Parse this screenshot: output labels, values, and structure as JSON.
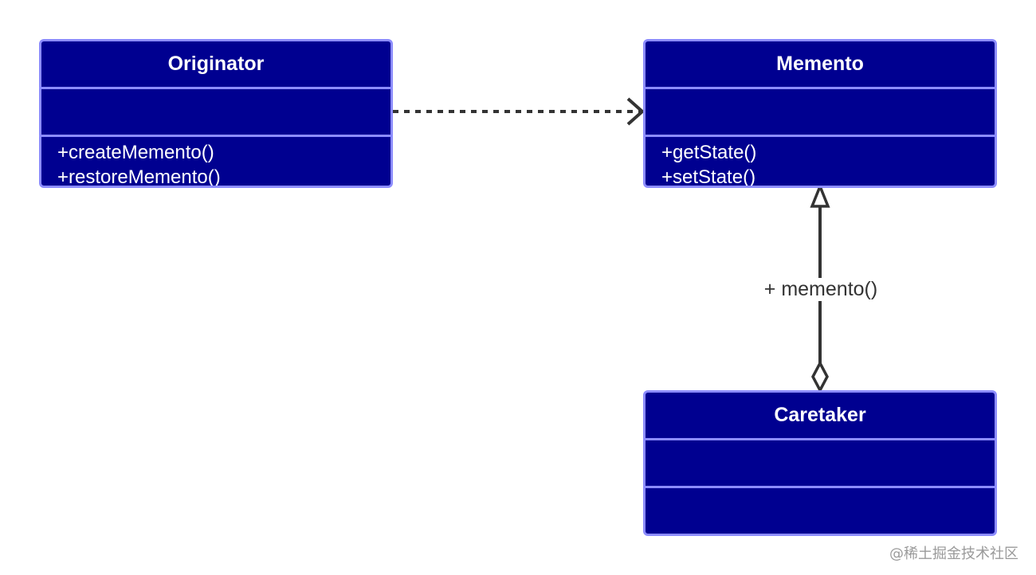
{
  "classes": {
    "originator": {
      "name": "Originator",
      "operations": [
        "+createMemento()",
        "+restoreMemento()"
      ]
    },
    "memento": {
      "name": "Memento",
      "operations": [
        "+getState()",
        "+setState()"
      ]
    },
    "caretaker": {
      "name": "Caretaker",
      "operations": []
    }
  },
  "association_label": "+ memento()",
  "watermark": "@稀土掘金技术社区",
  "colors": {
    "class_fill": "#000090",
    "class_border": "#8c8cff",
    "class_text": "#ffffff",
    "connector": "#333333"
  }
}
